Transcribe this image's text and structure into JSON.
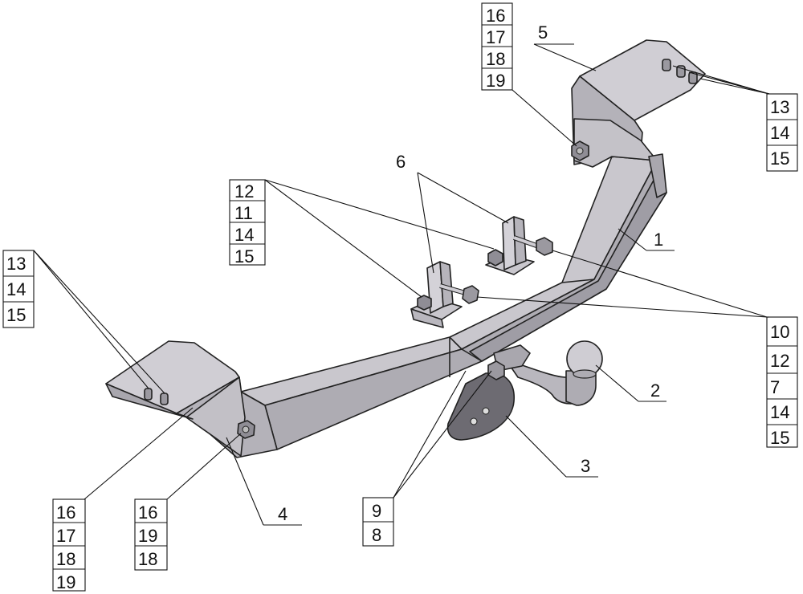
{
  "callouts": {
    "part_1": "1",
    "part_2": "2",
    "part_3": "3",
    "part_4": "4",
    "part_5": "5",
    "part_6": "6",
    "stack_top_center": [
      "16",
      "17",
      "18",
      "19"
    ],
    "stack_right_top": [
      "13",
      "14",
      "15"
    ],
    "stack_left_top": [
      "13",
      "14",
      "15"
    ],
    "stack_center_left": [
      "12",
      "11",
      "14",
      "15"
    ],
    "stack_right_bottom": [
      "10",
      "12",
      "7",
      "14",
      "15"
    ],
    "stack_bottom_left_a": [
      "16",
      "17",
      "18",
      "19"
    ],
    "stack_bottom_left_b": [
      "16",
      "19",
      "18"
    ],
    "stack_bottom_center": [
      "9",
      "8"
    ]
  },
  "colors": {
    "metal_light": "#c4c2c8",
    "metal_mid": "#aeacb3",
    "metal_dark": "#8f8d95",
    "plate_dark": "#6d6b72",
    "line": "#111111"
  }
}
